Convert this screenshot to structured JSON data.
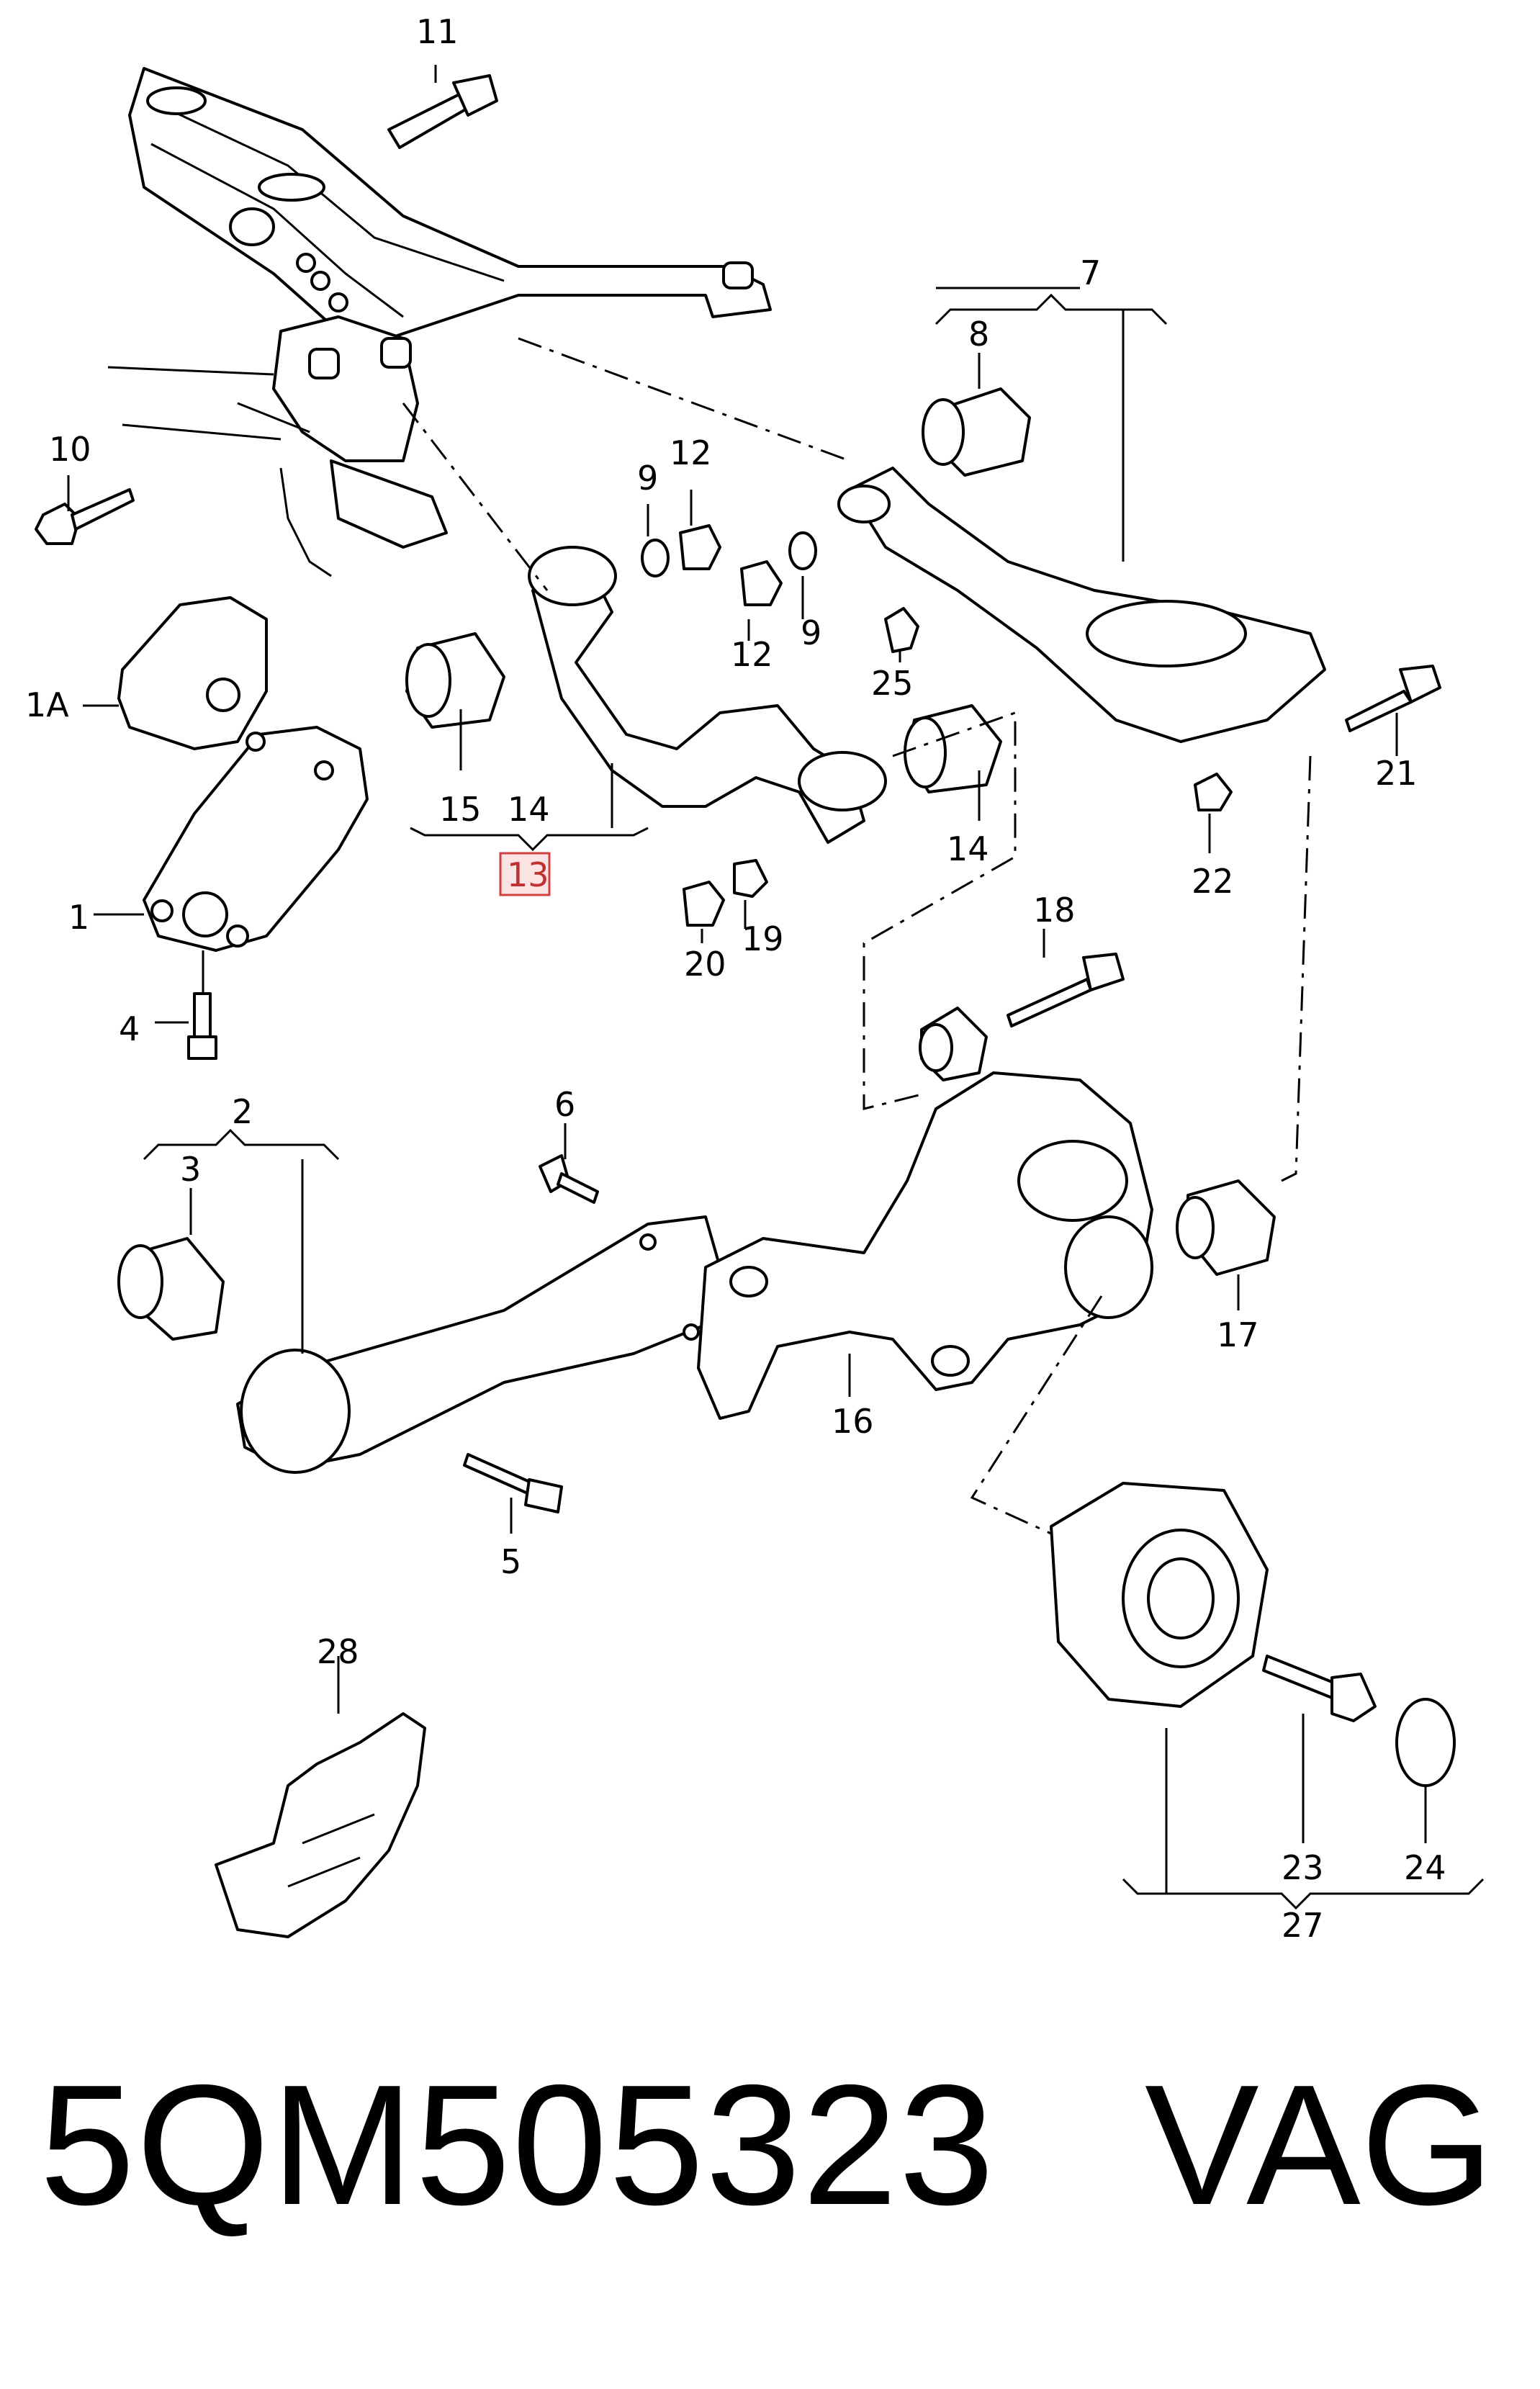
{
  "labels": {
    "p1": "1",
    "p1a": "1A",
    "p2": "2",
    "p3": "3",
    "p4": "4",
    "p5": "5",
    "p6": "6",
    "p7": "7",
    "p8": "8",
    "p9a": "9",
    "p9b": "9",
    "p10": "10",
    "p11": "11",
    "p12a": "12",
    "p12b": "12",
    "p13": "13",
    "p14a": "14",
    "p14b": "14",
    "p15": "15",
    "p16": "16",
    "p17": "17",
    "p18": "18",
    "p19": "19",
    "p20": "20",
    "p21": "21",
    "p22": "22",
    "p23": "23",
    "p24": "24",
    "p25": "25",
    "p27": "27",
    "p28": "28"
  },
  "highlighted_part": "13",
  "caption": {
    "part_number": "5QM505323",
    "brand": "VAG"
  }
}
